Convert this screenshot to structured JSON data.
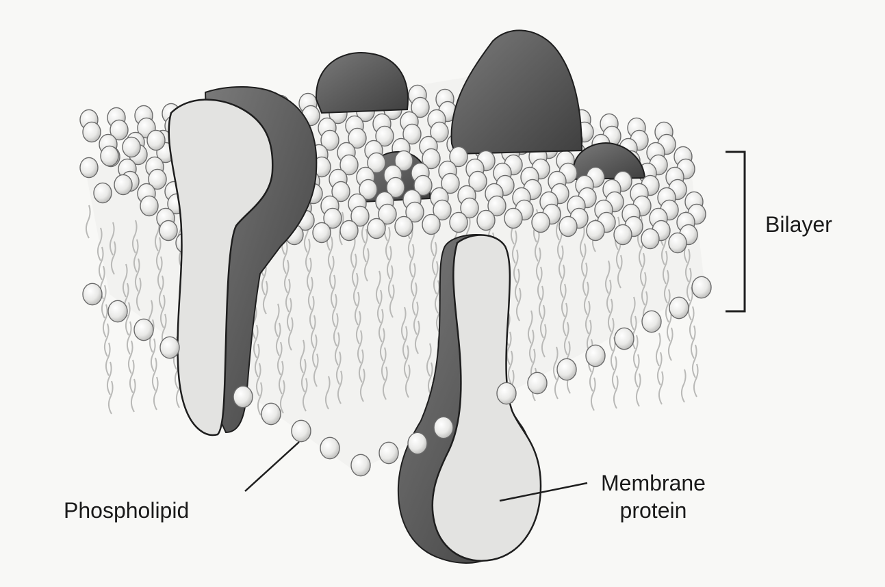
{
  "labels": {
    "bilayer": "Bilayer",
    "phospholipid": "Phospholipid",
    "membrane_protein_line1": "Membrane",
    "membrane_protein_line2": "protein"
  },
  "colors": {
    "background": "#f8f8f6",
    "head_fill": "#ececea",
    "head_stroke": "#6a6a6a",
    "tail_stroke": "#b9b9b7",
    "protein_dark": "#5a5a5a",
    "protein_light": "#e3e3e1",
    "outline": "#1e1e1e"
  }
}
